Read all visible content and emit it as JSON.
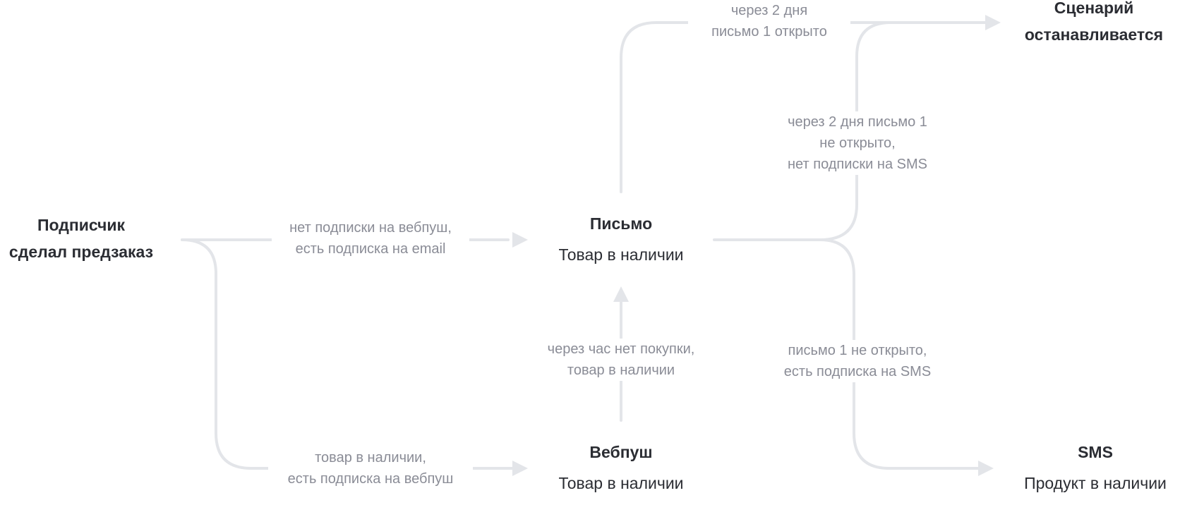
{
  "nodes": {
    "start": {
      "line1": "Подписчик",
      "line2": "сделал предзаказ"
    },
    "email": {
      "title": "Письмо",
      "sub": "Товар в наличии"
    },
    "webpush": {
      "title": "Вебпуш",
      "sub": "Товар в наличии"
    },
    "stop": {
      "line1": "Сценарий",
      "line2": "останавливается"
    },
    "sms": {
      "title": "SMS",
      "sub": "Продукт в наличии"
    }
  },
  "edges": {
    "start_to_email": {
      "line1": "нет подписки на вебпуш,",
      "line2": "есть подписка на email"
    },
    "start_to_webpush": {
      "line1": "товар в наличии,",
      "line2": "есть подписка на вебпуш"
    },
    "webpush_to_email": {
      "line1": "через час нет покупки,",
      "line2": "товар в наличии"
    },
    "email_opened": {
      "line1": "через 2 дня",
      "line2": "письмо 1  открыто"
    },
    "email_not_opened_no_sms": {
      "line1": "через 2 дня письмо 1",
      "line2": "не открыто,",
      "line3": "нет подписки на SMS"
    },
    "email_not_opened_sms": {
      "line1": "письмо 1  не открыто,",
      "line2": "есть подписка на SMS"
    }
  },
  "colors": {
    "wire": "#e3e5e9",
    "label": "#8a8c96",
    "node": "#2b2d33"
  }
}
